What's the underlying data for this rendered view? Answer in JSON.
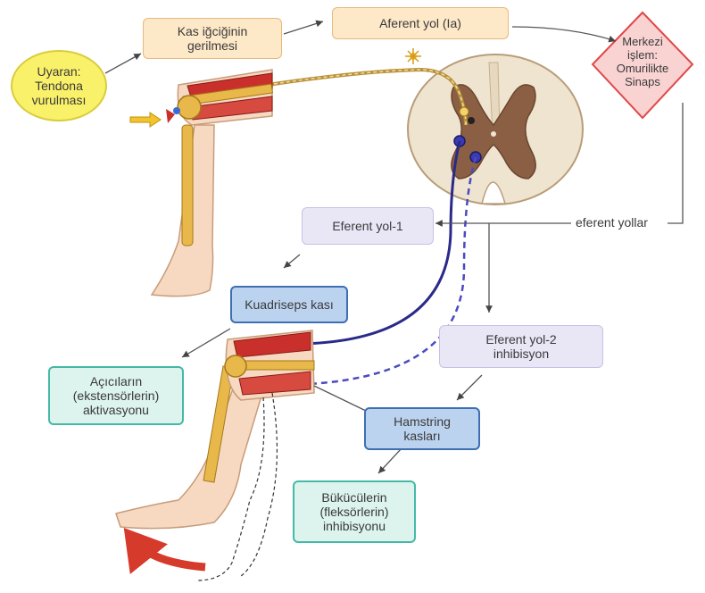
{
  "nodes": {
    "stimulus": "Uyaran:\nTendona\nvurulması",
    "spindle_stretch": "Kas iğciğinin\ngerilmesi",
    "afferent": "Aferent yol (Ia)",
    "central": "Merkezi\nişlem:\nOmurilikte\nSinaps",
    "efferent_paths": "eferent yollar",
    "efferent_1": "Eferent yol-1",
    "quadriceps": "Kuadriseps kası",
    "efferent_2": "Eferent yol-2\ninhibisyon",
    "extensor_activation": "Açıcıların\n(ekstensörlerin)\naktivasyonu",
    "hamstring": "Hamstring\nkasları",
    "flexor_inhibition": "Bükücülerin\n(fleksörlerin)\ninhibisyonu"
  },
  "colors": {
    "peach_box": "#fde8c8",
    "lavender_box": "#e9e6f6",
    "blue_box": "#bcd3ef",
    "teal_box": "#dcf3ee",
    "stimulus_fill": "#faf16a",
    "central_fill": "#f9d2d2",
    "central_border": "#e04848",
    "muscle_red": "#c9302c",
    "bone": "#e8b84a",
    "skin": "#f6d9c0",
    "spinal_white": "#efe4d0",
    "spinal_grey": "#8a5f43",
    "efferent_nerve": "#2a2a8a",
    "kick_arrow": "#d63a2a"
  }
}
